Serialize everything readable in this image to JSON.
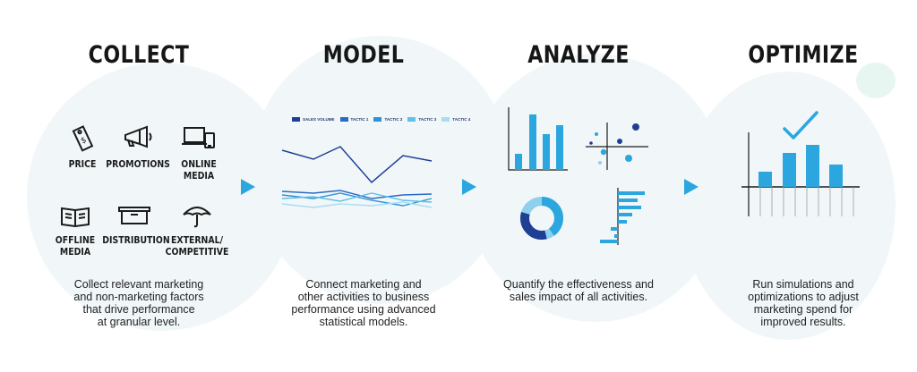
{
  "stages": [
    {
      "title": "COLLECT",
      "description": [
        "Collect relevant marketing",
        "and non-marketing factors",
        "that drive performance",
        "at granular level."
      ]
    },
    {
      "title": "MODEL",
      "description": [
        "Connect marketing and",
        "other activities to business",
        "performance using advanced",
        "statistical models."
      ]
    },
    {
      "title": "ANALYZE",
      "description": [
        "Quantify the effectiveness and",
        "sales impact of all activities."
      ]
    },
    {
      "title": "OPTIMIZE",
      "description": [
        "Run simulations and",
        "optimizations to adjust",
        "marketing spend for",
        "improved results."
      ]
    }
  ],
  "factors": [
    {
      "label": "PRICE",
      "icon": "price-tag-icon"
    },
    {
      "label": "PROMOTIONS",
      "icon": "megaphone-icon"
    },
    {
      "label": "ONLINE\nMEDIA",
      "icon": "devices-icon"
    },
    {
      "label": "OFFLINE\nMEDIA",
      "icon": "newspaper-icon"
    },
    {
      "label": "DISTRIBUTION",
      "icon": "package-icon"
    },
    {
      "label": "EXTERNAL/\nCOMPETITIVE",
      "icon": "umbrella-icon"
    }
  ],
  "model_legend": [
    {
      "label": "SALES VOLUME",
      "color": "#1f3f95"
    },
    {
      "label": "TACTIC 1",
      "color": "#2a69c5"
    },
    {
      "label": "TACTIC 2",
      "color": "#2e93d6"
    },
    {
      "label": "TACTIC 3",
      "color": "#5fc0e8"
    },
    {
      "label": "TACTIC 4",
      "color": "#a9dcf2"
    }
  ],
  "colors": {
    "accent": "#2ba6de",
    "navy": "#1f3f95",
    "light_blue": "#8fd0ee"
  }
}
